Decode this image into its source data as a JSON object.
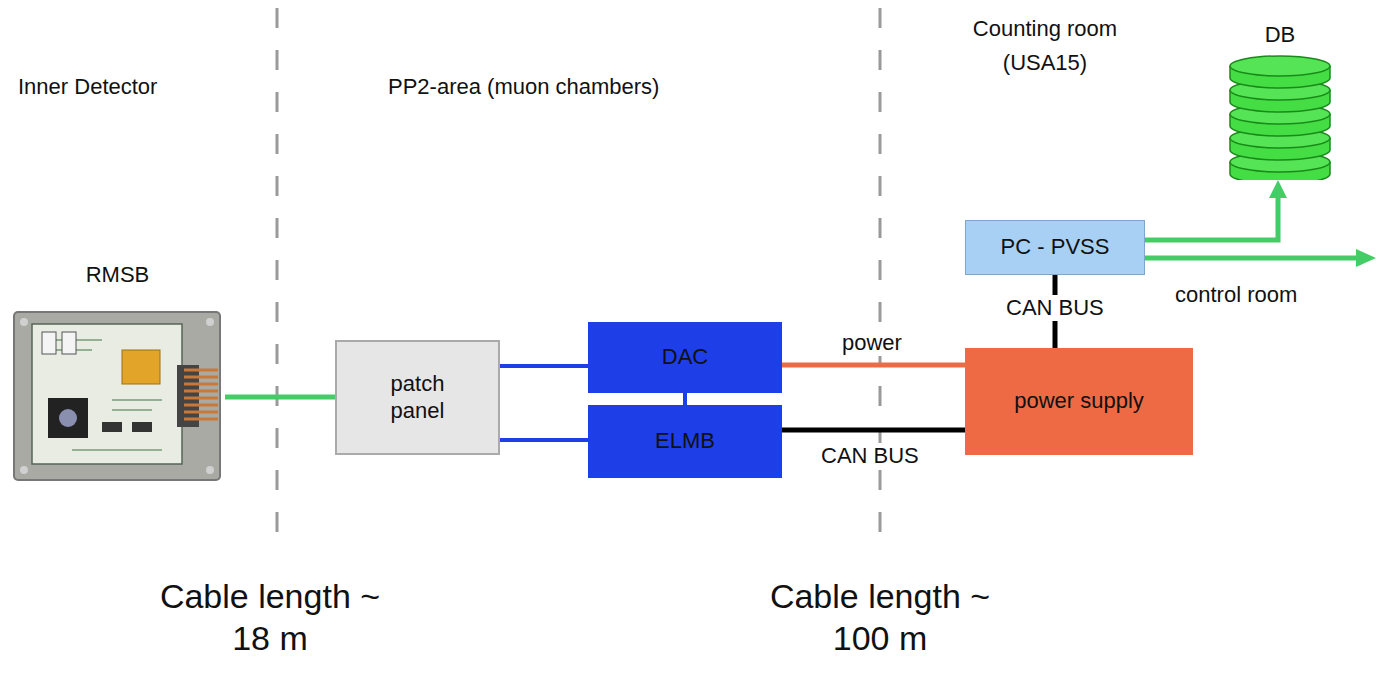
{
  "diagram": {
    "nodes": [
      {
        "text": [
          "RMSB"
        ]
      },
      {
        "text": [
          "patch panel"
        ]
      },
      {
        "text": [
          "DAC"
        ]
      },
      {
        "text": [
          "ELMB"
        ]
      },
      {
        "text": [
          "power supply"
        ]
      },
      {
        "text": [
          "PC - PVSS"
        ]
      },
      {
        "text": [
          "DB"
        ]
      }
    ],
    "edges": [
      {
        "from": 0,
        "to": 1,
        "arrow": "none"
      },
      {
        "from": 1,
        "to": 2,
        "arrow": "none"
      },
      {
        "from": 1,
        "to": 3,
        "arrow": "none"
      },
      {
        "from": 2,
        "to": 3,
        "arrow": "none"
      },
      {
        "from": 2,
        "to": 4,
        "label": "power",
        "arrow": "none"
      },
      {
        "from": 3,
        "to": 4,
        "label": "CAN BUS",
        "arrow": "none"
      },
      {
        "from": 5,
        "to": 4,
        "label": "CAN BUS",
        "arrow": "none"
      },
      {
        "from": 5,
        "to": 6,
        "arrow": "to"
      }
    ],
    "labels": [
      "Inner Detector",
      "PP2-area (muon chambers)",
      "Counting room (USA15)",
      "control room",
      "Cable length ~ 18 m",
      "Cable length ~ 100 m"
    ]
  }
}
